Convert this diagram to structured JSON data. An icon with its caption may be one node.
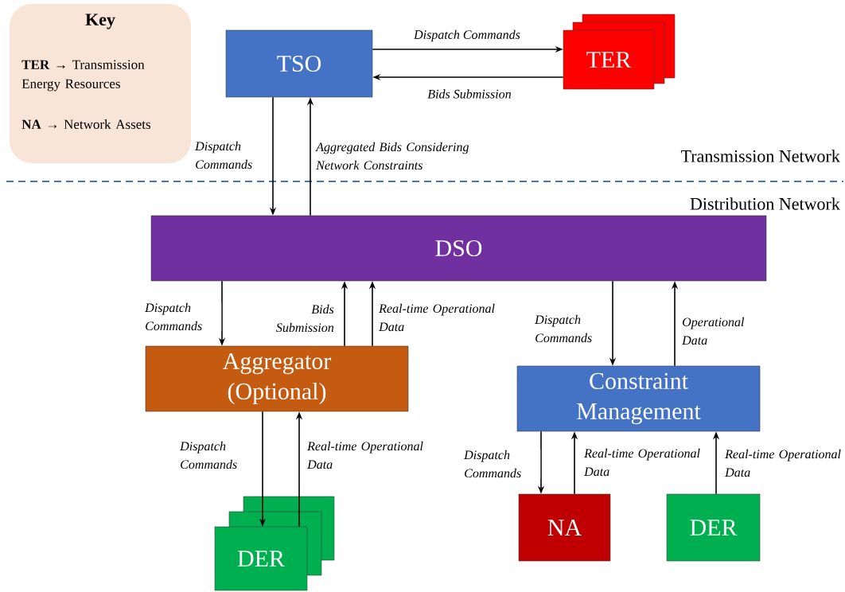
{
  "diagram": {
    "nodes": [
      {
        "text": [
          "Key",
          "**TER** → Transmission Energy Resources",
          "**NA** → Network Assets"
        ]
      },
      {
        "text": [
          "TSO"
        ]
      },
      {
        "text": [
          "TER"
        ]
      },
      {
        "text": [
          "DSO"
        ]
      },
      {
        "text": [
          "Aggregator (Optional)"
        ]
      },
      {
        "text": [
          "Constraint Management"
        ]
      },
      {
        "text": [
          "DER"
        ]
      },
      {
        "text": [
          "NA"
        ]
      },
      {
        "text": [
          "DER"
        ]
      }
    ],
    "edges": [
      {
        "from": 1,
        "to": 2,
        "arrow": "to",
        "label": "Dispatch Commands"
      },
      {
        "from": 2,
        "to": 1,
        "arrow": "to",
        "label": "Bids Submission"
      },
      {
        "from": 1,
        "to": 3,
        "arrow": "to",
        "label": "Dispatch Commands"
      },
      {
        "from": 3,
        "to": 1,
        "arrow": "to",
        "label": "Aggregated Bids Considering Network Constraints"
      },
      {
        "from": 3,
        "to": 4,
        "arrow": "to",
        "label": "Dispatch Commands"
      },
      {
        "from": 4,
        "to": 3,
        "arrow": "to",
        "label": "Bids Submission"
      },
      {
        "from": 4,
        "to": 3,
        "arrow": "to",
        "label": "Real-time Operational Data"
      },
      {
        "from": 3,
        "to": 5,
        "arrow": "to",
        "label": "Dispatch Commands"
      },
      {
        "from": 5,
        "to": 3,
        "arrow": "to",
        "label": "Operational Data"
      },
      {
        "from": 4,
        "to": 6,
        "arrow": "to",
        "label": "Dispatch Commands"
      },
      {
        "from": 6,
        "to": 4,
        "arrow": "to",
        "label": "Real-time Operational Data"
      },
      {
        "from": 5,
        "to": 7,
        "arrow": "to",
        "label": "Dispatch Commands"
      },
      {
        "from": 7,
        "to": 5,
        "arrow": "to",
        "label": "Real-time Operational Data"
      },
      {
        "from": 8,
        "to": 5,
        "arrow": "to",
        "label": "Real-time Operational Data"
      }
    ],
    "labels": [
      "Transmission Network",
      "Distribution Network"
    ]
  }
}
